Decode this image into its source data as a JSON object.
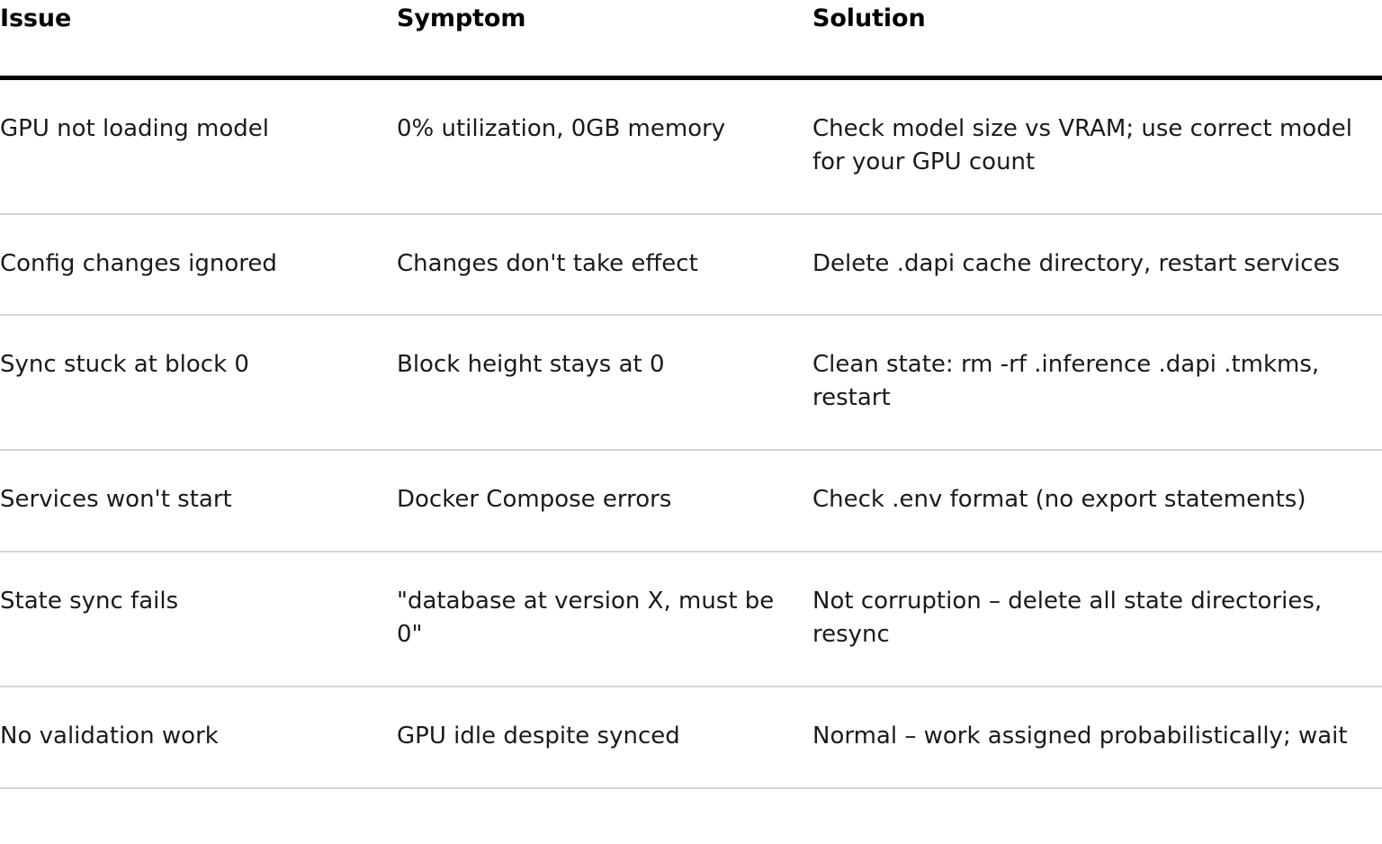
{
  "table": {
    "columns": [
      {
        "key": "issue",
        "label": "Issue"
      },
      {
        "key": "symptom",
        "label": "Symptom"
      },
      {
        "key": "solution",
        "label": "Solution"
      }
    ],
    "rows": [
      {
        "issue": "GPU not loading model",
        "symptom": "0% utilization, 0GB memory",
        "solution": "Check model size vs VRAM; use correct model for your GPU count"
      },
      {
        "issue": "Config changes ignored",
        "symptom": "Changes don't take effect",
        "solution": "Delete .dapi cache directory, restart services"
      },
      {
        "issue": "Sync stuck at block 0",
        "symptom": "Block height stays at 0",
        "solution": "Clean state: rm -rf .inference .dapi .tmkms, restart"
      },
      {
        "issue": "Services won't start",
        "symptom": "Docker Compose errors",
        "solution": "Check .env format (no export statements)"
      },
      {
        "issue": "State sync fails",
        "symptom": "\"database at version X, must be 0\"",
        "solution": "Not corruption – delete all state directories, resync"
      },
      {
        "issue": "No validation work",
        "symptom": "GPU idle despite synced",
        "solution": "Normal – work assigned probabilistically; wait"
      }
    ],
    "styles": {
      "header_rule_color": "#000000",
      "row_rule_color": "#d3d3d3",
      "text_color": "#1a1a1a",
      "background": "#ffffff"
    }
  }
}
